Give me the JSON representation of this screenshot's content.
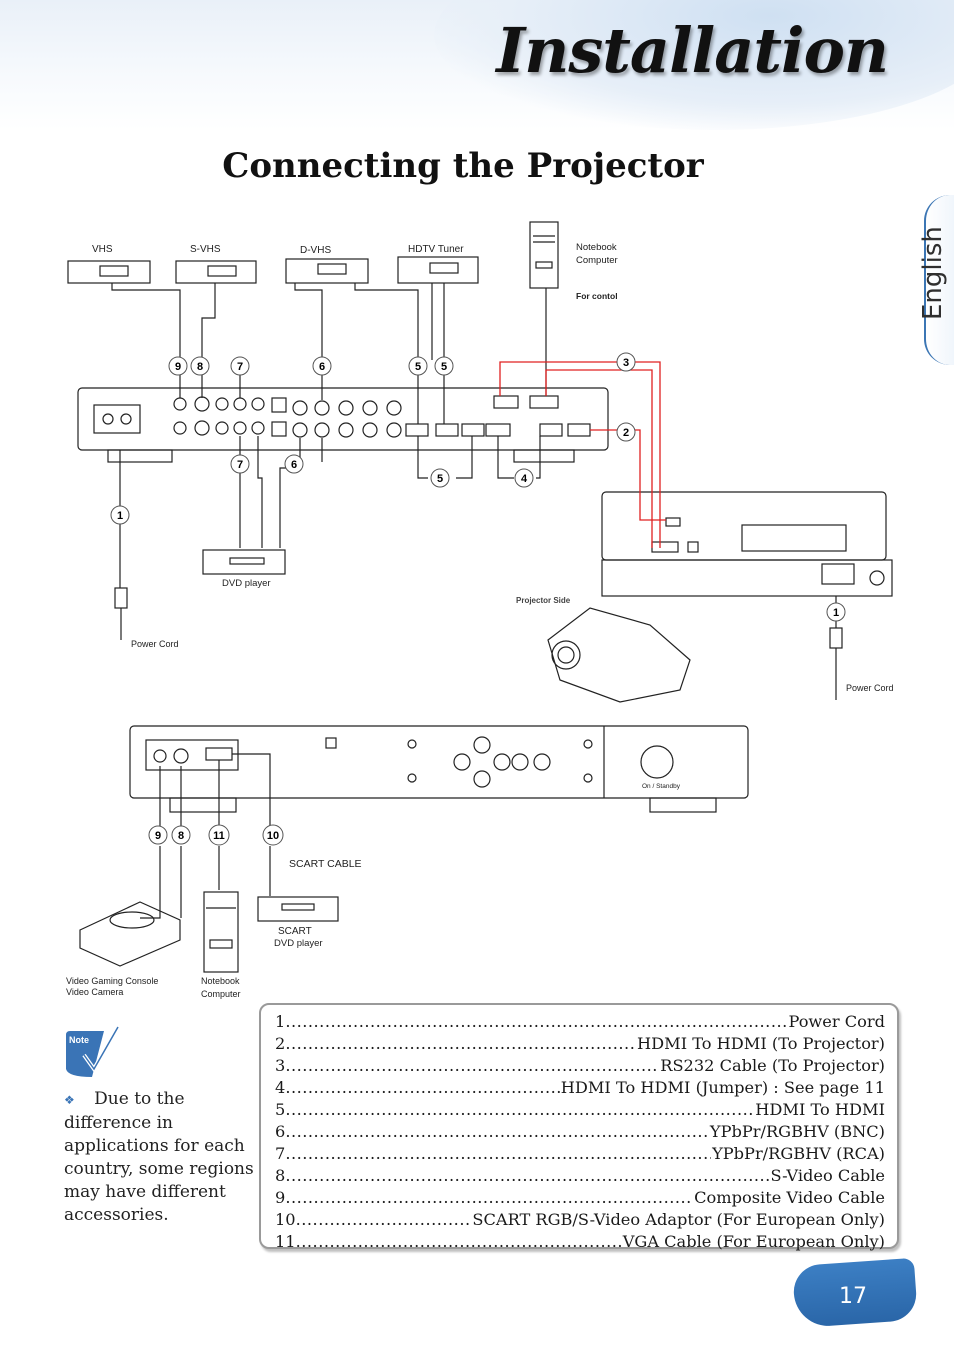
{
  "header": {
    "title": "Installation"
  },
  "page_title": "Connecting the Projector",
  "language_tab": "English",
  "diagram": {
    "source_labels": {
      "vhs": "VHS",
      "svhs": "S-VHS",
      "dvhs": "D-VHS",
      "hdtv": "HDTV Tuner"
    },
    "notebook_top": {
      "line1": "Notebook",
      "line2": "Computer",
      "for_control": "For contol"
    },
    "dvd_player": "DVD player",
    "power_cord_left": "Power Cord",
    "power_cord_right": "Power Cord",
    "projector_side": "Projector Side",
    "scart_cable": "SCART CABLE",
    "scart_label": "SCART",
    "scart_dvd": "DVD player",
    "console": {
      "line1": "Video Gaming Console",
      "line2": "Video Camera"
    },
    "notebook_bottom": {
      "line1": "Notebook",
      "line2": "Computer"
    },
    "front_panel_label": "On / Standby",
    "callouts": [
      "1",
      "2",
      "3",
      "4",
      "5",
      "6",
      "7",
      "8",
      "9",
      "10",
      "11"
    ]
  },
  "note": {
    "icon_label": "Note",
    "text": "Due to the difference in applications for each country, some regions may have different accessories."
  },
  "legend": [
    {
      "num": "1",
      "desc": "Power Cord"
    },
    {
      "num": "2",
      "desc": "HDMI To HDMI (To Projector)"
    },
    {
      "num": "3",
      "desc": "RS232 Cable (To Projector)"
    },
    {
      "num": "4",
      "desc": "HDMI To HDMI (Jumper) : See page 11"
    },
    {
      "num": "5",
      "desc": "HDMI To HDMI"
    },
    {
      "num": "6",
      "desc": "YPbPr/RGBHV (BNC)"
    },
    {
      "num": "7",
      "desc": "YPbPr/RGBHV (RCA)"
    },
    {
      "num": "8",
      "desc": "S-Video Cable"
    },
    {
      "num": "9",
      "desc": "Composite Video Cable"
    },
    {
      "num": "10",
      "desc": "SCART RGB/S-Video Adaptor (For European Only)"
    },
    {
      "num": "11",
      "desc": "VGA Cable (For European Only)"
    }
  ],
  "page_number": "17"
}
